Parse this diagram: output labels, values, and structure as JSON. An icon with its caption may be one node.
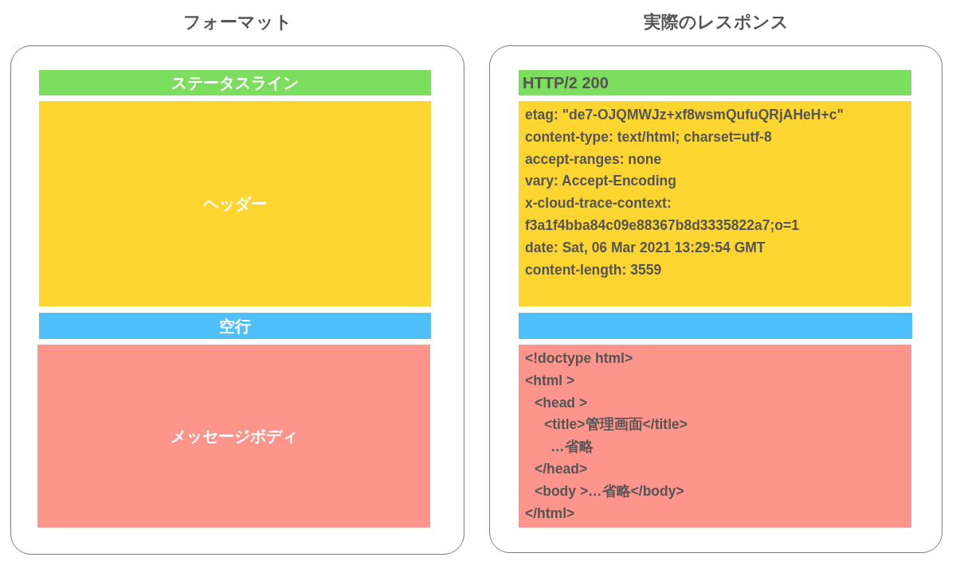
{
  "diagram": {
    "nodes": [
      {
        "text": [
          "フォーマット"
        ]
      },
      {
        "text": [
          "ステータスライン"
        ],
        "in": 0
      },
      {
        "text": [
          "ヘッダー"
        ],
        "in": 0
      },
      {
        "text": [
          "空行"
        ],
        "in": 0
      },
      {
        "text": [
          "メッセージボディ"
        ],
        "in": 0
      },
      {
        "text": [
          "実際のレスポンス"
        ]
      },
      {
        "text": [
          "HTTP/2 200"
        ],
        "in": 5
      },
      {
        "text": [
          "etag: \"de7-OJQMWJz+xf8wsmQufuQRjAHeH+c\"",
          "content-type: text/html; charset=utf-8",
          "accept-ranges: none",
          "vary: Accept-Encoding",
          "x-cloud-trace-context: f3a1f4bba84c09e88367b8d3335822a7;o=1",
          "date: Sat, 06 Mar 2021 13:29:54 GMT",
          "content-length: 3559"
        ],
        "in": 5
      },
      {
        "text": [],
        "shape": "bar",
        "in": 5
      },
      {
        "text": [
          "<!doctype html>",
          "<html >",
          "<head >",
          "<title>管理画面</title>",
          "…省略",
          "</head>",
          "<body >…省略</body>",
          "</html>"
        ],
        "in": 5
      }
    ]
  }
}
